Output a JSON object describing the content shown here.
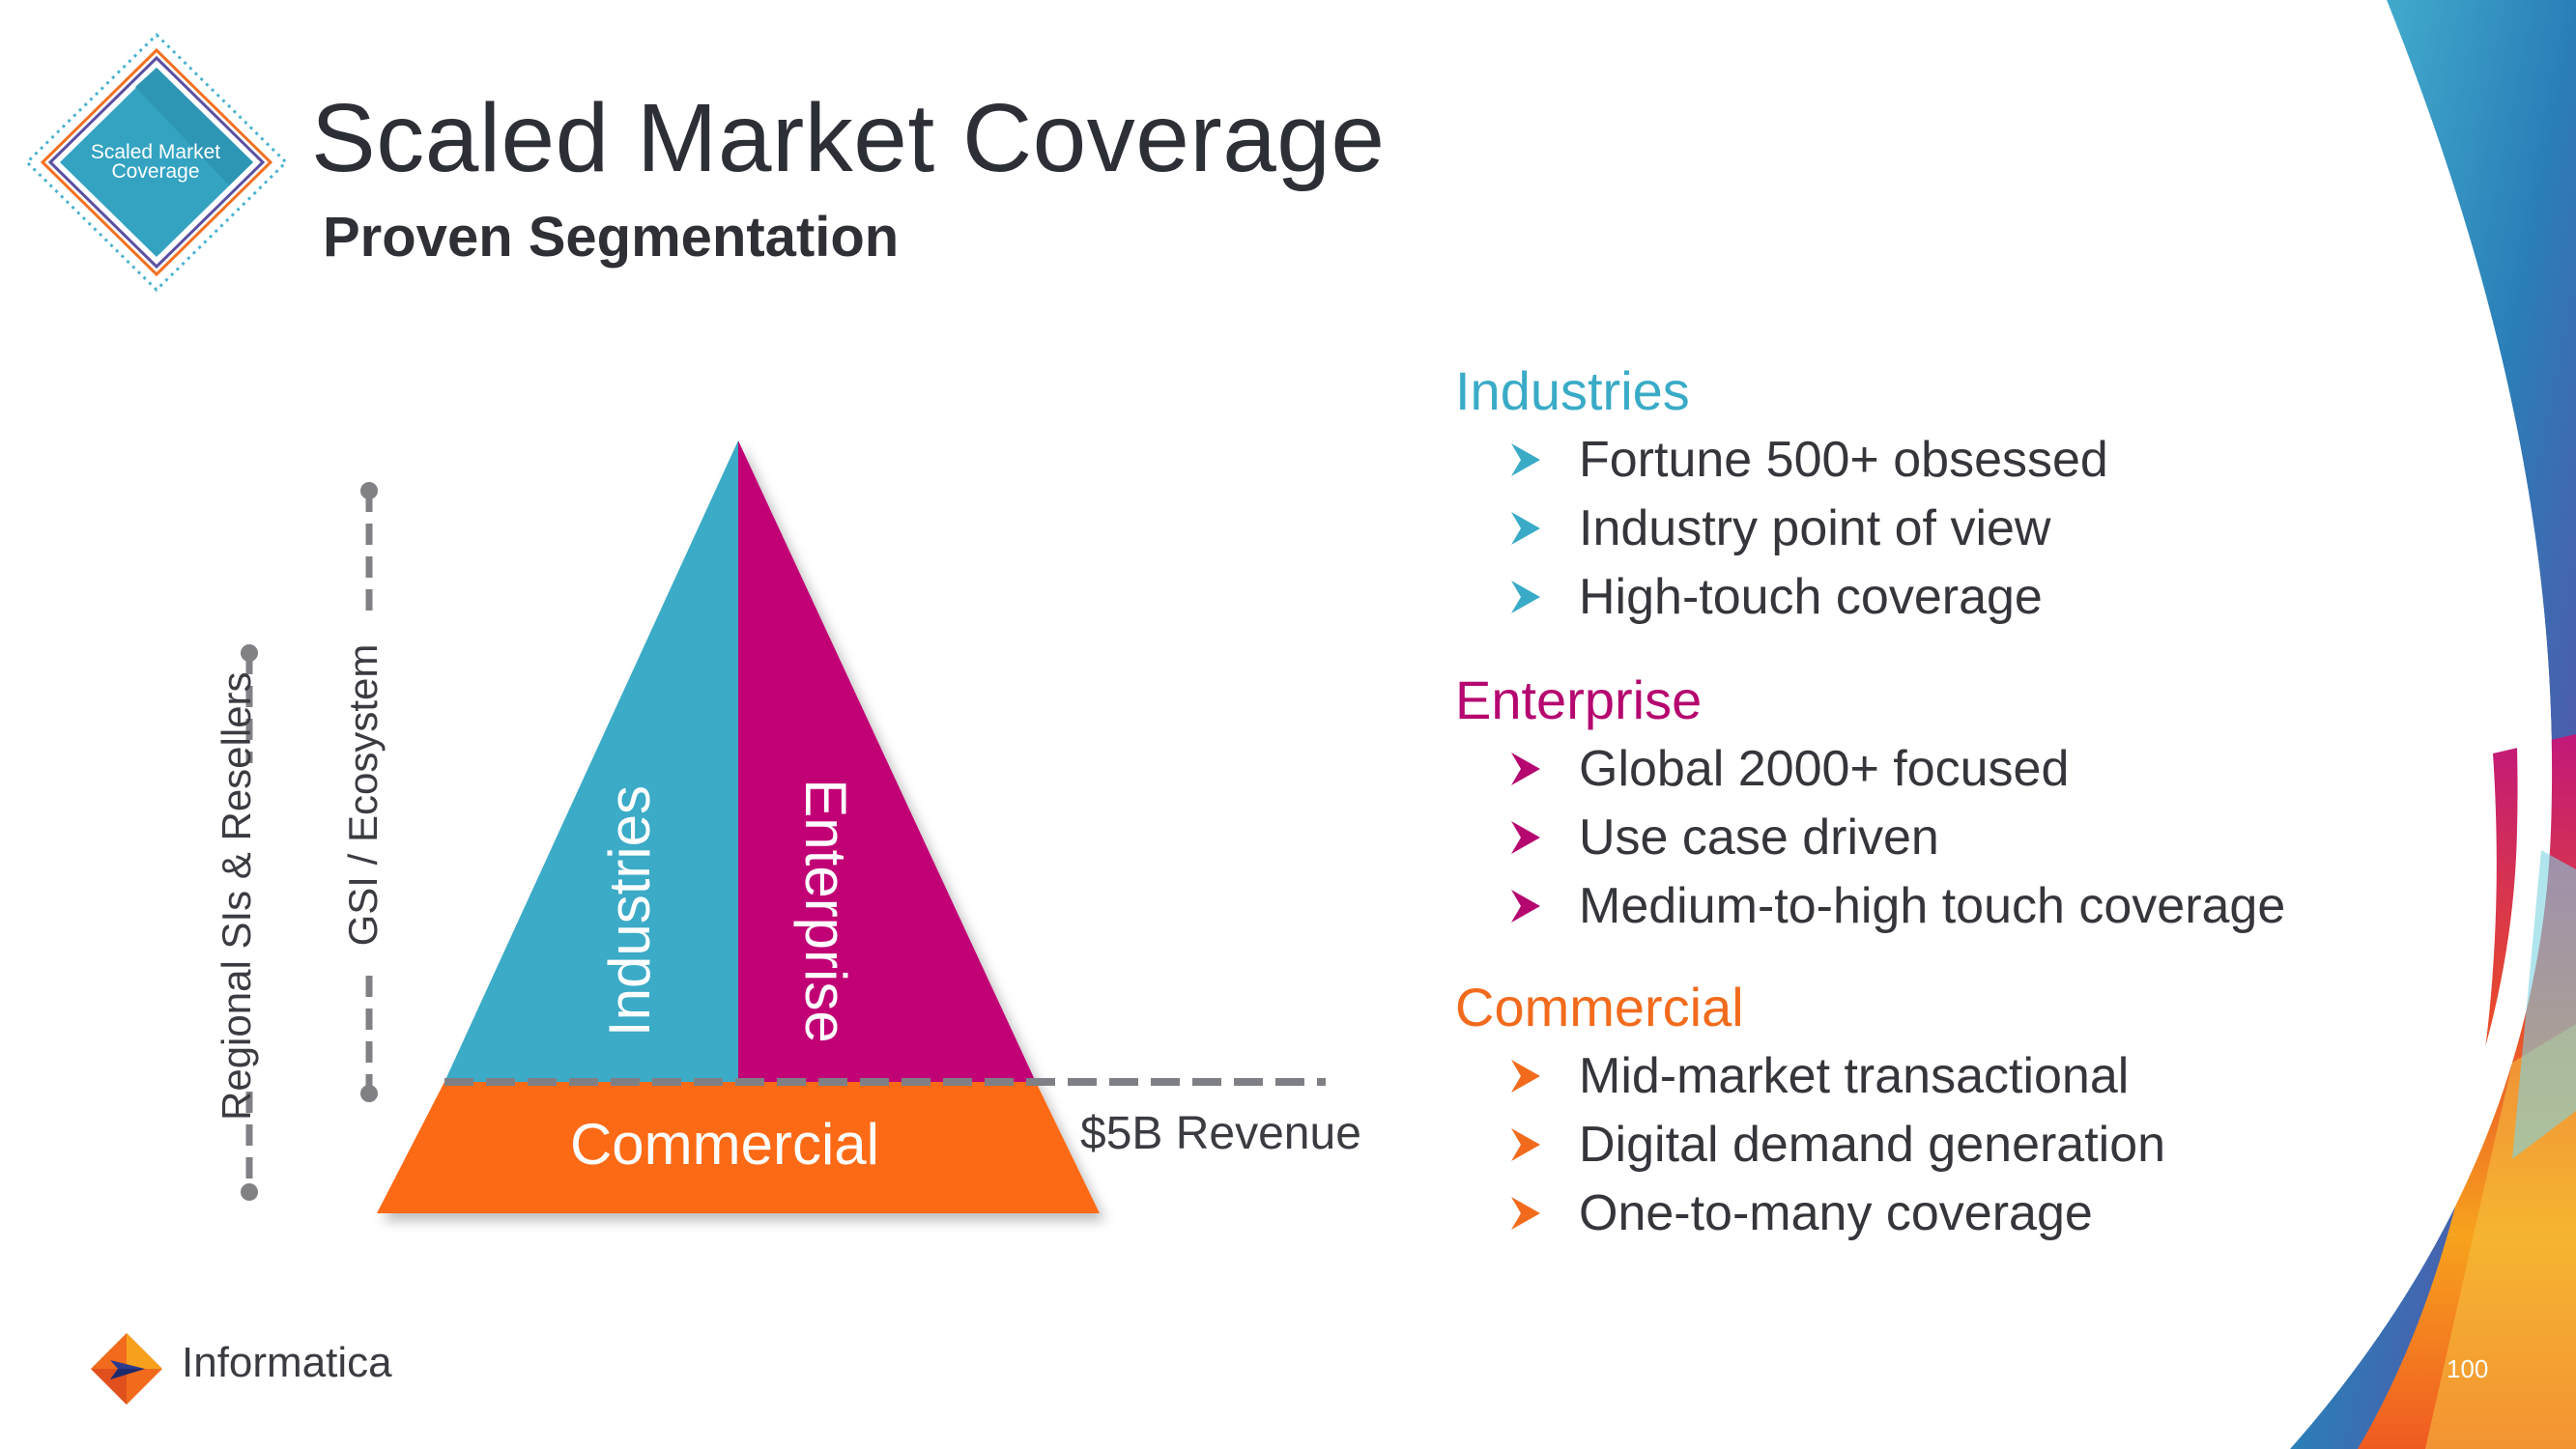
{
  "header": {
    "badge_text": "Scaled Market Coverage",
    "title": "Scaled Market Coverage",
    "subtitle": "Proven Segmentation"
  },
  "diagram": {
    "axis_left_label": "Regional SIs & Resellers",
    "axis_right_label": "GSI / Ecosystem",
    "pyramid_left_label": "Industries",
    "pyramid_right_label": "Enterprise",
    "pyramid_base_label": "Commercial",
    "revenue_label": "$5B Revenue"
  },
  "segments": [
    {
      "title": "Industries",
      "color": "#3aabc7",
      "items": [
        "Fortune 500+ obsessed",
        "Industry point of view",
        "High-touch coverage"
      ]
    },
    {
      "title": "Enterprise",
      "color": "#b5076f",
      "items": [
        "Global 2000+ focused",
        "Use case driven",
        "Medium-to-high touch coverage"
      ]
    },
    {
      "title": "Commercial",
      "color": "#f26b1d",
      "items": [
        "Mid-market transactional",
        "Digital demand generation",
        "One-to-many coverage"
      ]
    }
  ],
  "footer": {
    "brand": "Informatica",
    "page_number": "100"
  },
  "colors": {
    "teal": "#3aabc7",
    "magenta": "#c10274",
    "orange": "#fd6b12",
    "dashed_gray": "#7f8085"
  }
}
